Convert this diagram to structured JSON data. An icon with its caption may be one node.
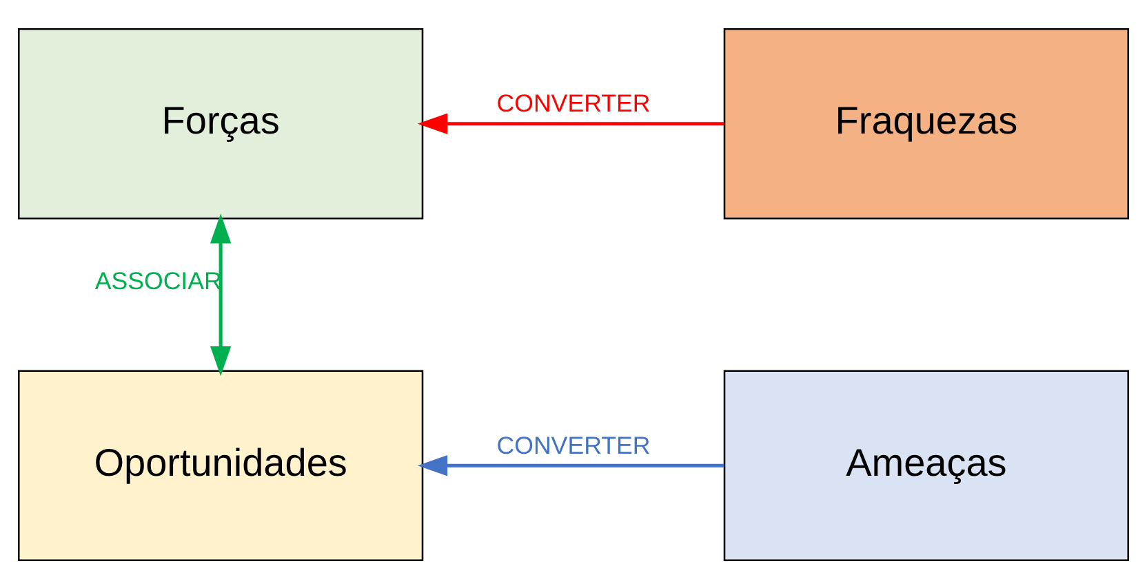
{
  "diagram": {
    "nodes": [
      {
        "text": [
          "Forças"
        ]
      },
      {
        "text": [
          "Fraquezas"
        ]
      },
      {
        "text": [
          "Oportunidades"
        ]
      },
      {
        "text": [
          "Ameaças"
        ]
      }
    ],
    "edges": [
      {
        "from": 1,
        "to": 0,
        "arrow": "to",
        "label": "CONVERTER",
        "color": "#ff0000"
      },
      {
        "from": 0,
        "to": 2,
        "arrow": "both",
        "label": "ASSOCIAR",
        "color": "#00b050"
      },
      {
        "from": 3,
        "to": 2,
        "arrow": "to",
        "label": "CONVERTER",
        "color": "#4472c4"
      }
    ]
  }
}
